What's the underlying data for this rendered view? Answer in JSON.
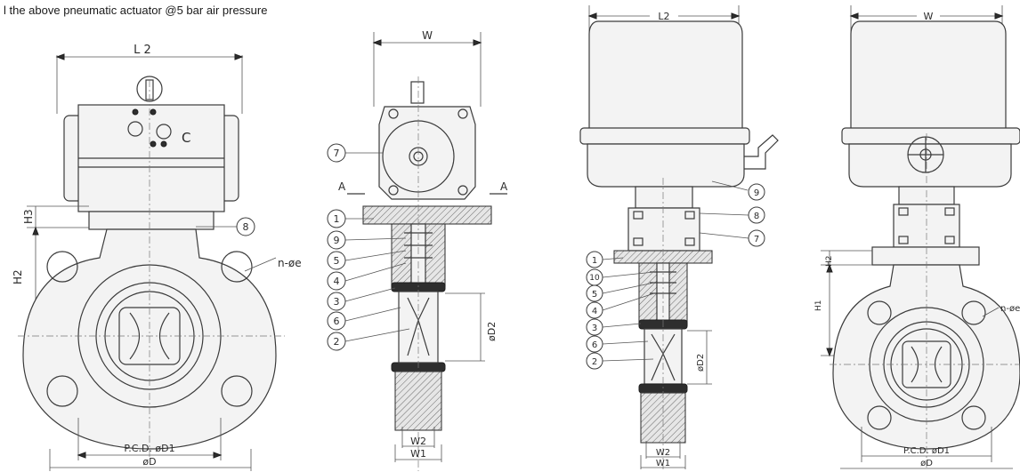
{
  "caption": "l the above pneumatic actuator @5 bar air pressure",
  "drawings": {
    "pneumatic_front": {
      "dims": {
        "l2": "L 2",
        "h3": "H3",
        "h2": "H2",
        "bolt_holes": "n-øe",
        "pcd": "P.C.D. øD1",
        "od": "øD",
        "port": "C"
      }
    },
    "pneumatic_section": {
      "dims": {
        "w": "W",
        "section_a_left": "A",
        "section_a_right": "A",
        "d2": "øD2",
        "w2": "W2",
        "w1": "W1"
      },
      "callouts": [
        "7",
        "1",
        "9",
        "5",
        "4",
        "3",
        "6",
        "2"
      ]
    },
    "electric_section": {
      "dims": {
        "l2": "L2",
        "d2": "øD2",
        "w2": "W2",
        "w1": "W1"
      },
      "callouts_left": [
        "1",
        "10",
        "5",
        "4",
        "3",
        "6",
        "2"
      ],
      "callouts_right": [
        "9",
        "8",
        "7"
      ]
    },
    "electric_front": {
      "dims": {
        "w": "W",
        "h2": "H2",
        "h1": "H1",
        "bolt_holes": "n-øe",
        "pcd": "P.C.D. øD1",
        "od": "øD"
      }
    },
    "pneumatic_front_callout": "8"
  }
}
